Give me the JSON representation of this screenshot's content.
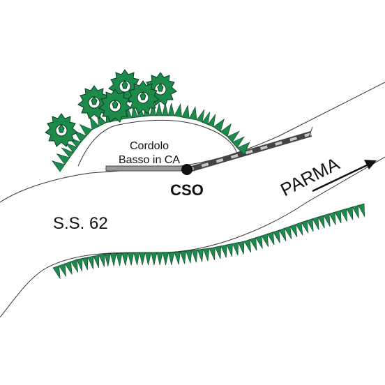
{
  "labels": {
    "curb": [
      "Cordolo",
      "Basso in CA"
    ],
    "point": "CSO",
    "road": "S.S. 62",
    "direction": "PARMA"
  },
  "colors": {
    "vegetation": "#1b8a4b",
    "vegetation_dark": "#0a3d1f",
    "road_line": "#333333",
    "curb": "#9a9a9a",
    "barrier_dark": "#444444",
    "barrier_light": "#c8c8c8",
    "point": "#111111"
  },
  "icons": {
    "tree": "tree-canopy-icon",
    "arrow": "direction-arrow-icon",
    "point": "marker-dot-icon"
  }
}
